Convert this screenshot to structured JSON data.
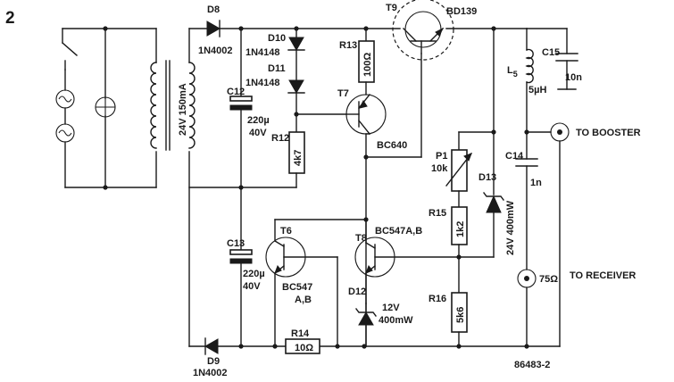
{
  "figure_number": "2",
  "figure_code": "86483-2",
  "transformer": {
    "rating": "24V 150mA"
  },
  "diodes": {
    "d8": {
      "ref": "D8",
      "type": "1N4002"
    },
    "d9": {
      "ref": "D9",
      "type": "1N4002"
    },
    "d10": {
      "ref": "D10",
      "type": "1N4148"
    },
    "d11": {
      "ref": "D11",
      "type": "1N4148"
    },
    "d12": {
      "ref": "D12",
      "rating_v": "12V",
      "rating_p": "400mW"
    },
    "d13": {
      "ref": "D13",
      "rating": "24V 400mW"
    }
  },
  "capacitors": {
    "c12": {
      "ref": "C12",
      "value": "220µ",
      "voltage": "40V"
    },
    "c13": {
      "ref": "C13",
      "value": "220µ",
      "voltage": "40V"
    },
    "c14": {
      "ref": "C14",
      "value": "1n"
    },
    "c15": {
      "ref": "C15",
      "value": "10n"
    }
  },
  "resistors": {
    "r12": {
      "ref": "R12",
      "value": "4k7"
    },
    "r13": {
      "ref": "R13",
      "value": "100Ω"
    },
    "r14": {
      "ref": "R14",
      "value": "10Ω"
    },
    "r15": {
      "ref": "R15",
      "value": "1k2"
    },
    "r16": {
      "ref": "R16",
      "value": "5k6"
    },
    "p1": {
      "ref": "P1",
      "value": "10k"
    }
  },
  "transistors": {
    "t6": {
      "ref": "T6",
      "type_line1": "BC547",
      "type_line2": "A,B"
    },
    "t7": {
      "ref": "T7",
      "type": "BC640"
    },
    "t8": {
      "ref": "T8",
      "type": "BC547A,B"
    },
    "t9": {
      "ref": "T9",
      "type": "BD139"
    }
  },
  "inductor": {
    "ref": "L",
    "sub": "5",
    "value": "5µH"
  },
  "connectors": {
    "booster": "TO BOOSTER",
    "receiver": "TO RECEIVER",
    "impedance": "75Ω"
  }
}
